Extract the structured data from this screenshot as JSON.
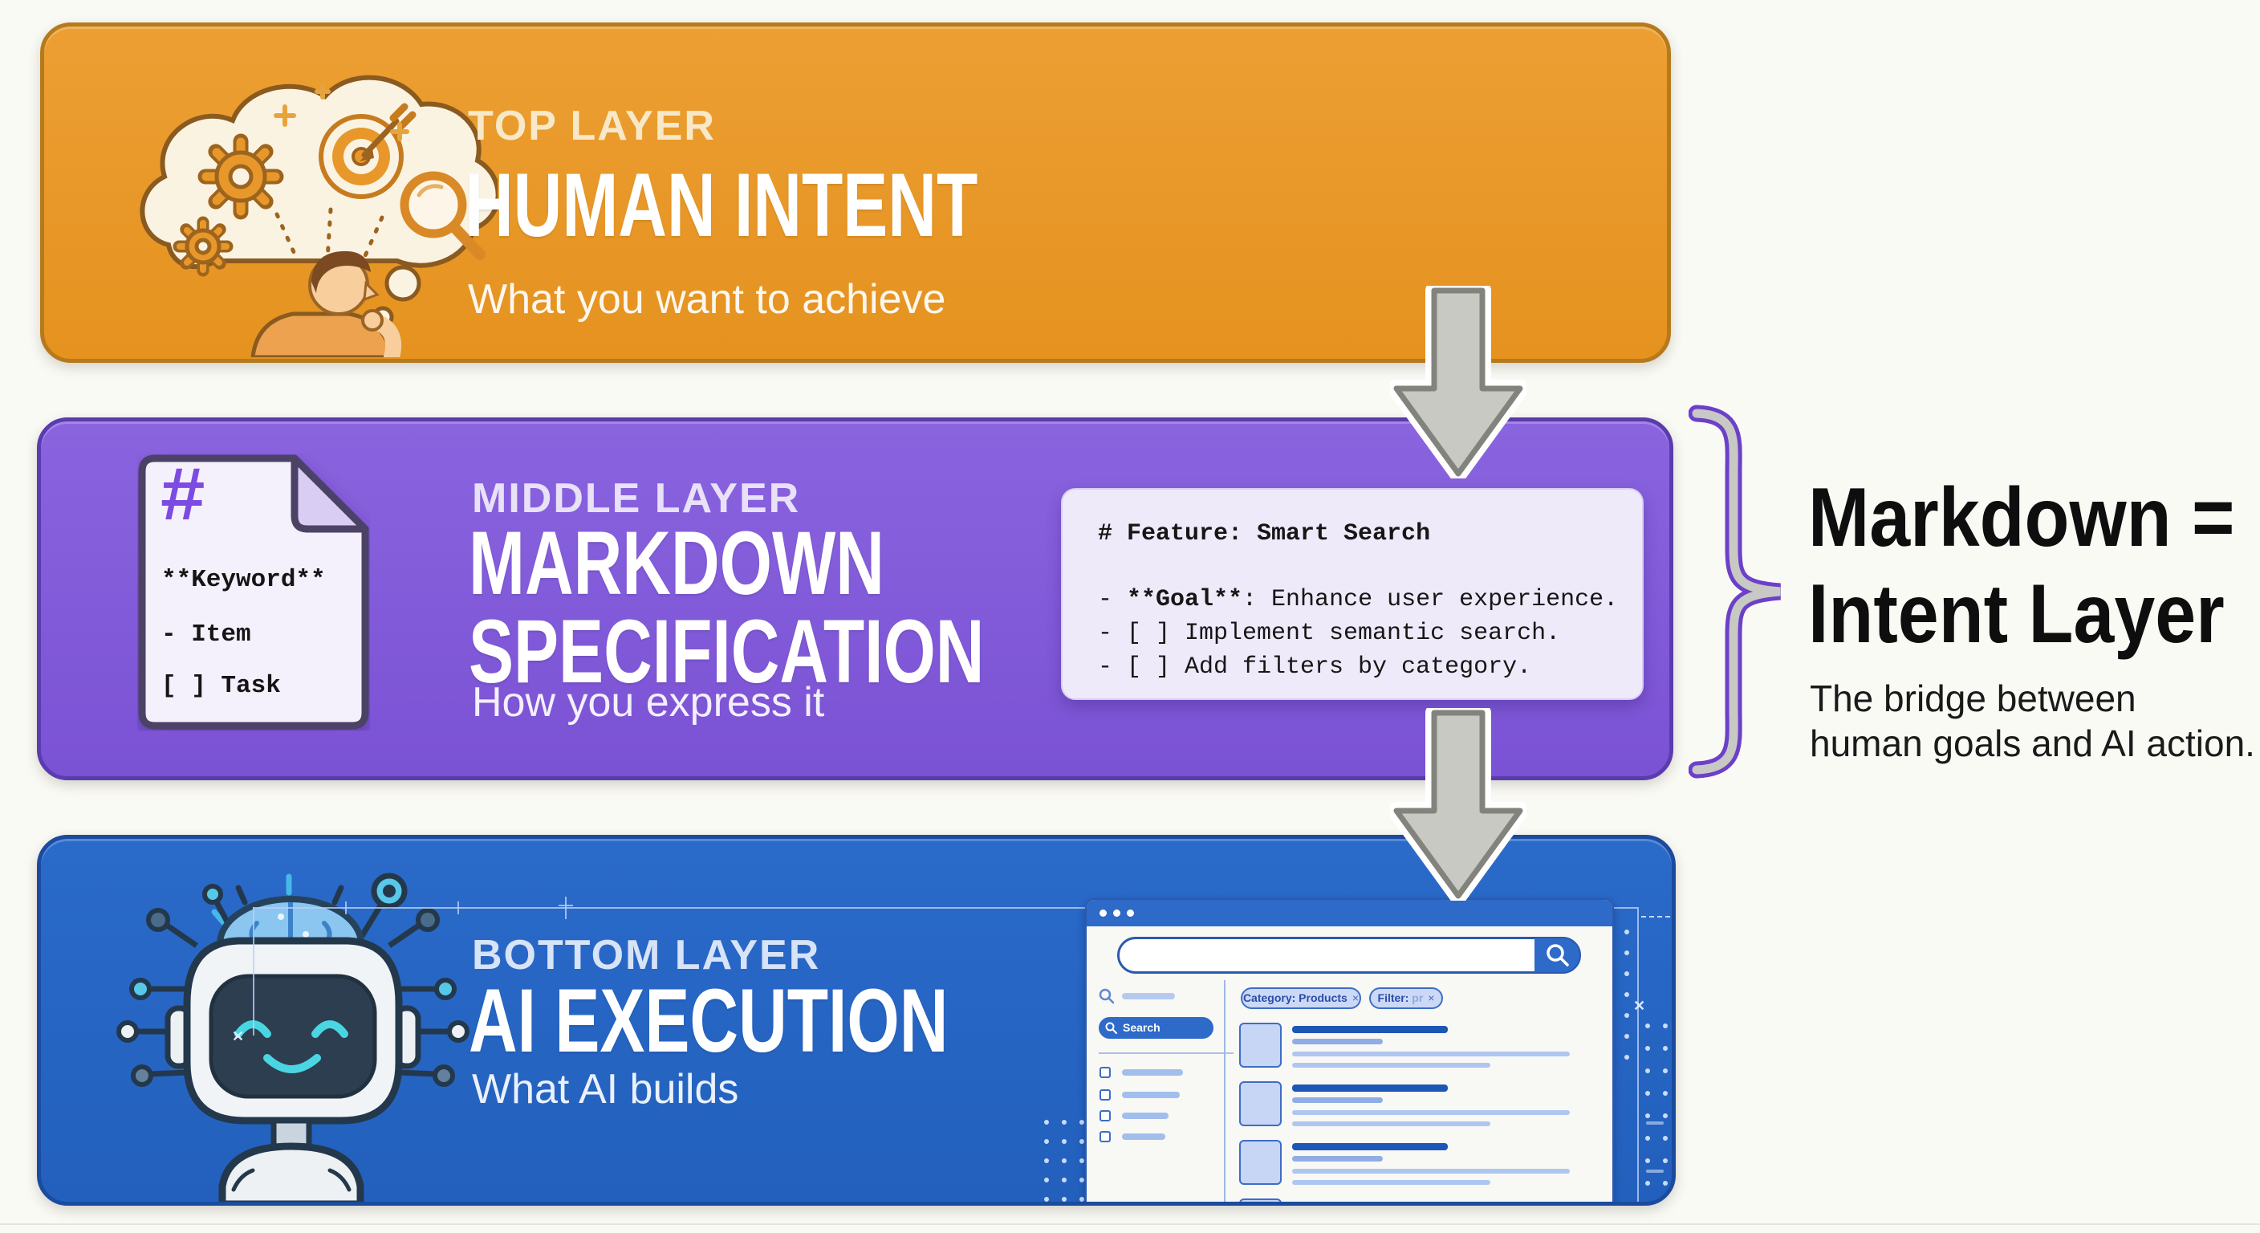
{
  "colors": {
    "background": "#fafaf5",
    "top_layer": "#e8982b",
    "middle_layer": "#7d55d8",
    "bottom_layer": "#2563c1",
    "arrow_fill": "#c9c9c4",
    "brace_purple": "#6c40c9",
    "annotation_text": "#0e0e0e",
    "mockup_blue": "#2e6ac8"
  },
  "layer_top": {
    "label": "TOP LAYER",
    "title": "HUMAN INTENT",
    "subtitle": "What you want to achieve"
  },
  "layer_middle": {
    "label": "MIDDLE LAYER",
    "title_line1": "MARKDOWN",
    "title_line2": "SPECIFICATION",
    "subtitle": "How you express it"
  },
  "layer_bottom": {
    "label": "BOTTOM LAYER",
    "title": "AI EXECUTION",
    "subtitle": "What AI builds"
  },
  "doc_icon": {
    "hash": "#",
    "line1": "**Keyword**",
    "line2": "- Item",
    "line3": "[ ] Task"
  },
  "spec_snippet": {
    "title": "# Feature: Smart Search",
    "goal_prefix": "- ",
    "goal_bold": "**Goal**",
    "goal_rest": ": Enhance user experience.",
    "task1": "- [ ] Implement semantic search.",
    "task2": "- [ ] Add filters by category."
  },
  "annotation": {
    "title_line1": "Markdown =",
    "title_line2": "Intent Layer",
    "body_line1": "The bridge between",
    "body_line2": "human goals and AI action."
  },
  "browser_mockup": {
    "search_button": "Search",
    "chip1_label": "Category: Products",
    "chip1_close": "×",
    "chip2_label": "Filter:",
    "chip2_value": " pr",
    "chip2_close": "×"
  }
}
